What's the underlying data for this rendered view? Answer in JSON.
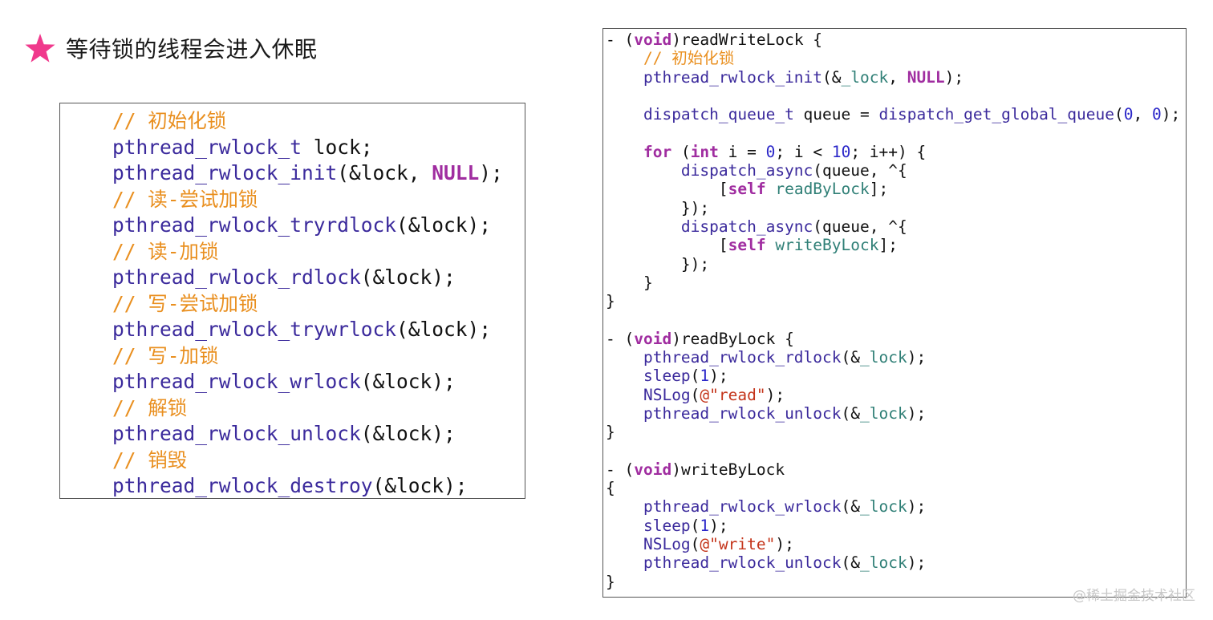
{
  "headline": {
    "star_icon": "star-icon",
    "star_color": "#f0398c",
    "text": "等待锁的线程会进入休眠"
  },
  "left_code": {
    "lines": [
      [
        {
          "t": "// 初始化锁",
          "c": "c-comment"
        }
      ],
      [
        {
          "t": "pthread_rwlock_t",
          "c": "c-fn"
        },
        {
          "t": " lock;",
          "c": "c-plain"
        }
      ],
      [
        {
          "t": "pthread_rwlock_init",
          "c": "c-fn"
        },
        {
          "t": "(&lock, ",
          "c": "c-plain"
        },
        {
          "t": "NULL",
          "c": "c-kw"
        },
        {
          "t": ");",
          "c": "c-plain"
        }
      ],
      [
        {
          "t": "// 读-尝试加锁",
          "c": "c-comment"
        }
      ],
      [
        {
          "t": "pthread_rwlock_tryrdlock",
          "c": "c-fn"
        },
        {
          "t": "(&lock);",
          "c": "c-plain"
        }
      ],
      [
        {
          "t": "// 读-加锁",
          "c": "c-comment"
        }
      ],
      [
        {
          "t": "pthread_rwlock_rdlock",
          "c": "c-fn"
        },
        {
          "t": "(&lock);",
          "c": "c-plain"
        }
      ],
      [
        {
          "t": "// 写-尝试加锁",
          "c": "c-comment"
        }
      ],
      [
        {
          "t": "pthread_rwlock_trywrlock",
          "c": "c-fn"
        },
        {
          "t": "(&lock);",
          "c": "c-plain"
        }
      ],
      [
        {
          "t": "// 写-加锁",
          "c": "c-comment"
        }
      ],
      [
        {
          "t": "pthread_rwlock_wrlock",
          "c": "c-fn"
        },
        {
          "t": "(&lock);",
          "c": "c-plain"
        }
      ],
      [
        {
          "t": "// 解锁",
          "c": "c-comment"
        }
      ],
      [
        {
          "t": "pthread_rwlock_unlock",
          "c": "c-fn"
        },
        {
          "t": "(&lock);",
          "c": "c-plain"
        }
      ],
      [
        {
          "t": "// 销毁",
          "c": "c-comment"
        }
      ],
      [
        {
          "t": "pthread_rwlock_destroy",
          "c": "c-fn"
        },
        {
          "t": "(&lock);",
          "c": "c-plain"
        }
      ]
    ]
  },
  "right_code": {
    "lines": [
      [
        {
          "t": "- (",
          "c": "c-plain"
        },
        {
          "t": "void",
          "c": "c-kw"
        },
        {
          "t": ")readWriteLock {",
          "c": "c-plain"
        }
      ],
      [
        {
          "t": "    ",
          "c": "c-plain"
        },
        {
          "t": "// 初始化锁",
          "c": "c-comment"
        }
      ],
      [
        {
          "t": "    ",
          "c": "c-plain"
        },
        {
          "t": "pthread_rwlock_init",
          "c": "c-fn"
        },
        {
          "t": "(&",
          "c": "c-plain"
        },
        {
          "t": "_lock",
          "c": "c-var"
        },
        {
          "t": ", ",
          "c": "c-plain"
        },
        {
          "t": "NULL",
          "c": "c-kw"
        },
        {
          "t": ");",
          "c": "c-plain"
        }
      ],
      [
        {
          "t": "",
          "c": "c-plain"
        }
      ],
      [
        {
          "t": "    ",
          "c": "c-plain"
        },
        {
          "t": "dispatch_queue_t",
          "c": "c-fn"
        },
        {
          "t": " queue = ",
          "c": "c-plain"
        },
        {
          "t": "dispatch_get_global_queue",
          "c": "c-fn"
        },
        {
          "t": "(",
          "c": "c-plain"
        },
        {
          "t": "0",
          "c": "c-num"
        },
        {
          "t": ", ",
          "c": "c-plain"
        },
        {
          "t": "0",
          "c": "c-num"
        },
        {
          "t": ");",
          "c": "c-plain"
        }
      ],
      [
        {
          "t": "",
          "c": "c-plain"
        }
      ],
      [
        {
          "t": "    ",
          "c": "c-plain"
        },
        {
          "t": "for",
          "c": "c-kw"
        },
        {
          "t": " (",
          "c": "c-plain"
        },
        {
          "t": "int",
          "c": "c-kw"
        },
        {
          "t": " i = ",
          "c": "c-plain"
        },
        {
          "t": "0",
          "c": "c-num"
        },
        {
          "t": "; i < ",
          "c": "c-plain"
        },
        {
          "t": "10",
          "c": "c-num"
        },
        {
          "t": "; i++) {",
          "c": "c-plain"
        }
      ],
      [
        {
          "t": "        ",
          "c": "c-plain"
        },
        {
          "t": "dispatch_async",
          "c": "c-fn"
        },
        {
          "t": "(queue, ^{",
          "c": "c-plain"
        }
      ],
      [
        {
          "t": "            [",
          "c": "c-plain"
        },
        {
          "t": "self",
          "c": "c-kw"
        },
        {
          "t": " ",
          "c": "c-plain"
        },
        {
          "t": "readByLock",
          "c": "c-var"
        },
        {
          "t": "];",
          "c": "c-plain"
        }
      ],
      [
        {
          "t": "        });",
          "c": "c-plain"
        }
      ],
      [
        {
          "t": "        ",
          "c": "c-plain"
        },
        {
          "t": "dispatch_async",
          "c": "c-fn"
        },
        {
          "t": "(queue, ^{",
          "c": "c-plain"
        }
      ],
      [
        {
          "t": "            [",
          "c": "c-plain"
        },
        {
          "t": "self",
          "c": "c-kw"
        },
        {
          "t": " ",
          "c": "c-plain"
        },
        {
          "t": "writeByLock",
          "c": "c-var"
        },
        {
          "t": "];",
          "c": "c-plain"
        }
      ],
      [
        {
          "t": "        });",
          "c": "c-plain"
        }
      ],
      [
        {
          "t": "    }",
          "c": "c-plain"
        }
      ],
      [
        {
          "t": "}",
          "c": "c-plain"
        }
      ],
      [
        {
          "t": "",
          "c": "c-plain"
        }
      ],
      [
        {
          "t": "- (",
          "c": "c-plain"
        },
        {
          "t": "void",
          "c": "c-kw"
        },
        {
          "t": ")readByLock {",
          "c": "c-plain"
        }
      ],
      [
        {
          "t": "    ",
          "c": "c-plain"
        },
        {
          "t": "pthread_rwlock_rdlock",
          "c": "c-fn"
        },
        {
          "t": "(&",
          "c": "c-plain"
        },
        {
          "t": "_lock",
          "c": "c-var"
        },
        {
          "t": ");",
          "c": "c-plain"
        }
      ],
      [
        {
          "t": "    ",
          "c": "c-plain"
        },
        {
          "t": "sleep",
          "c": "c-fn"
        },
        {
          "t": "(",
          "c": "c-plain"
        },
        {
          "t": "1",
          "c": "c-num"
        },
        {
          "t": ");",
          "c": "c-plain"
        }
      ],
      [
        {
          "t": "    ",
          "c": "c-plain"
        },
        {
          "t": "NSLog",
          "c": "c-fn"
        },
        {
          "t": "(",
          "c": "c-plain"
        },
        {
          "t": "@\"read\"",
          "c": "c-str"
        },
        {
          "t": ");",
          "c": "c-plain"
        }
      ],
      [
        {
          "t": "    ",
          "c": "c-plain"
        },
        {
          "t": "pthread_rwlock_unlock",
          "c": "c-fn"
        },
        {
          "t": "(&",
          "c": "c-plain"
        },
        {
          "t": "_lock",
          "c": "c-var"
        },
        {
          "t": ");",
          "c": "c-plain"
        }
      ],
      [
        {
          "t": "}",
          "c": "c-plain"
        }
      ],
      [
        {
          "t": "",
          "c": "c-plain"
        }
      ],
      [
        {
          "t": "- (",
          "c": "c-plain"
        },
        {
          "t": "void",
          "c": "c-kw"
        },
        {
          "t": ")writeByLock",
          "c": "c-plain"
        }
      ],
      [
        {
          "t": "{",
          "c": "c-plain"
        }
      ],
      [
        {
          "t": "    ",
          "c": "c-plain"
        },
        {
          "t": "pthread_rwlock_wrlock",
          "c": "c-fn"
        },
        {
          "t": "(&",
          "c": "c-plain"
        },
        {
          "t": "_lock",
          "c": "c-var"
        },
        {
          "t": ");",
          "c": "c-plain"
        }
      ],
      [
        {
          "t": "    ",
          "c": "c-plain"
        },
        {
          "t": "sleep",
          "c": "c-fn"
        },
        {
          "t": "(",
          "c": "c-plain"
        },
        {
          "t": "1",
          "c": "c-num"
        },
        {
          "t": ");",
          "c": "c-plain"
        }
      ],
      [
        {
          "t": "    ",
          "c": "c-plain"
        },
        {
          "t": "NSLog",
          "c": "c-fn"
        },
        {
          "t": "(",
          "c": "c-plain"
        },
        {
          "t": "@\"write\"",
          "c": "c-str"
        },
        {
          "t": ");",
          "c": "c-plain"
        }
      ],
      [
        {
          "t": "    ",
          "c": "c-plain"
        },
        {
          "t": "pthread_rwlock_unlock",
          "c": "c-fn"
        },
        {
          "t": "(&",
          "c": "c-plain"
        },
        {
          "t": "_lock",
          "c": "c-var"
        },
        {
          "t": ");",
          "c": "c-plain"
        }
      ],
      [
        {
          "t": "}",
          "c": "c-plain"
        }
      ]
    ]
  },
  "colors": {
    "function": "#3b2a9c",
    "keyword": "#a02da0",
    "comment": "#e98f1f",
    "plain": "#111111",
    "number": "#2b27c9",
    "variable": "#2f7f76",
    "string": "#c4341a"
  },
  "watermark": {
    "text": "@稀土掘金技术社区"
  }
}
